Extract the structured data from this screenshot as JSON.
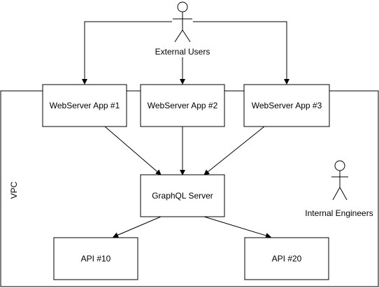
{
  "diagram": {
    "vpc_label": "VPC",
    "actors": {
      "external": "External Users",
      "internal": "Internal Engineers"
    },
    "nodes": {
      "web1": "WebServer App #1",
      "web2": "WebServer App #2",
      "web3": "WebServer App #3",
      "graphql": "GraphQL Server",
      "api10": "API #10",
      "api20": "API #20"
    },
    "edges": [
      {
        "from": "external",
        "to": "web1"
      },
      {
        "from": "external",
        "to": "web2"
      },
      {
        "from": "external",
        "to": "web3"
      },
      {
        "from": "web1",
        "to": "graphql"
      },
      {
        "from": "web2",
        "to": "graphql"
      },
      {
        "from": "web3",
        "to": "graphql"
      },
      {
        "from": "graphql",
        "to": "api10"
      },
      {
        "from": "graphql",
        "to": "api20"
      }
    ]
  }
}
